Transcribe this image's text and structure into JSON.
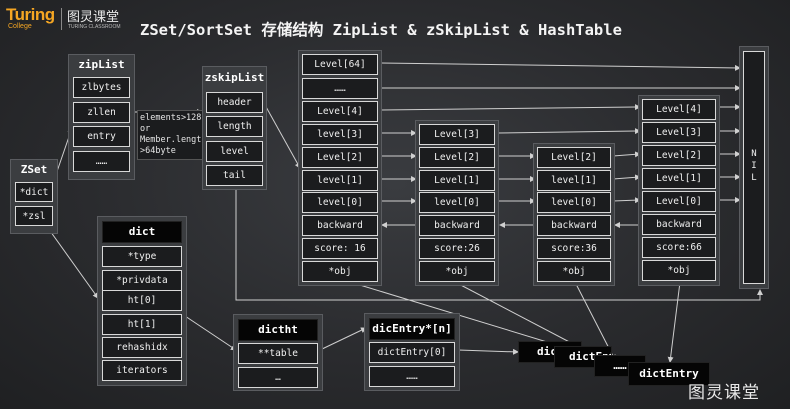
{
  "logo": {
    "brand": "Turing",
    "sub": "College",
    "cn": "图灵课堂",
    "en": "TURING CLASSROOM"
  },
  "title": "ZSet/SortSet 存储结构 ZipList & zSkipList & HashTable",
  "zset": {
    "head": "ZSet",
    "fields": [
      "*dict",
      "*zsl"
    ]
  },
  "ziplist": {
    "head": "zipList",
    "fields": [
      "zlbytes",
      "zllen",
      "entry",
      "……"
    ]
  },
  "condition_note": [
    "elements>128",
    "or",
    "Member.length",
    ">64byte"
  ],
  "zskiplist": {
    "head": "zskipList",
    "fields": [
      "header",
      "length",
      "level",
      "tail"
    ]
  },
  "dict": {
    "head": "dict",
    "fields": [
      "*type",
      "*privdata",
      "ht[0]",
      "ht[1]",
      "rehashidx",
      "iterators"
    ]
  },
  "dictht": {
    "head": "dictht",
    "fields": [
      "**table",
      "…"
    ]
  },
  "dictentry_array": {
    "head": "dicEntry*[n]",
    "fields": [
      "dictEntry[0]",
      "……"
    ]
  },
  "skip_nodes": [
    {
      "levels": [
        "Level[64]",
        "……",
        "Level[4]",
        "level[3]",
        "Level[2]",
        "level[1]",
        "level[0]"
      ],
      "backward": "backward",
      "score": "score: 16",
      "obj": "*obj"
    },
    {
      "levels": [
        "Level[3]",
        "Level[2]",
        "Level[1]",
        "level[0]"
      ],
      "backward": "backward",
      "score": "score:26",
      "obj": "*obj"
    },
    {
      "levels": [
        "Level[2]",
        "level[1]",
        "level[0]"
      ],
      "backward": "backward",
      "score": "score:36",
      "obj": "*obj"
    },
    {
      "levels": [
        "Level[4]",
        "Level[3]",
        "Level[2]",
        "Level[1]",
        "Level[0]"
      ],
      "backward": "backward",
      "score": "score:66",
      "obj": "*obj"
    }
  ],
  "nil_letters": [
    "N",
    "I",
    "L"
  ],
  "dict_entries": [
    "dictEntry",
    "dictEntry",
    "……",
    "dictEntry"
  ],
  "watermark": "图灵课堂",
  "colors": {
    "background": "#2a2b2e",
    "cell": "#1b1c1e",
    "cell_border": "#d8d8d8",
    "logo": "#f5a623",
    "arrow": "#d0d0d0"
  }
}
